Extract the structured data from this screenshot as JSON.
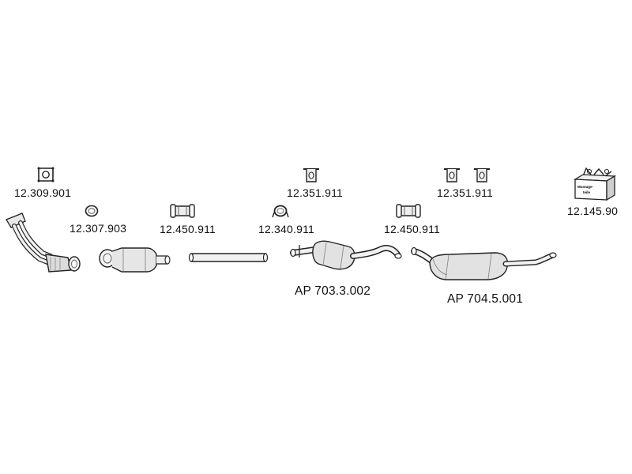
{
  "parts": [
    {
      "id": "gasket-square",
      "label": "12.309.901",
      "icon": "square-gasket-icon"
    },
    {
      "id": "ring-gasket",
      "label": "12.307.903",
      "icon": "ring-gasket-icon"
    },
    {
      "id": "front-pipe",
      "label": "",
      "icon": "front-pipe-icon"
    },
    {
      "id": "catalytic-converter",
      "label": "",
      "icon": "catalytic-converter-icon"
    },
    {
      "id": "clamp-1",
      "label": "12.450.911",
      "icon": "pipe-clamp-icon"
    },
    {
      "id": "middle-pipe",
      "label": "",
      "icon": "straight-pipe-icon"
    },
    {
      "id": "clamp-2",
      "label": "12.340.911",
      "icon": "u-clamp-icon"
    },
    {
      "id": "hanger-1",
      "label": "12.351.911",
      "icon": "rubber-hanger-icon"
    },
    {
      "id": "middle-silencer",
      "label": "AP 703.3.002",
      "icon": "middle-silencer-icon"
    },
    {
      "id": "clamp-3",
      "label": "12.450.911",
      "icon": "pipe-clamp-icon"
    },
    {
      "id": "hanger-2",
      "label": "12.351.911",
      "icon": "rubber-hanger-icon"
    },
    {
      "id": "rear-silencer",
      "label": "AP 704.5.001",
      "icon": "rear-silencer-icon"
    },
    {
      "id": "mounting-kit",
      "label": "12.145.90",
      "icon": "mounting-kit-box-icon",
      "box_text_line1": "Montage-",
      "box_text_line2": "teile"
    }
  ]
}
